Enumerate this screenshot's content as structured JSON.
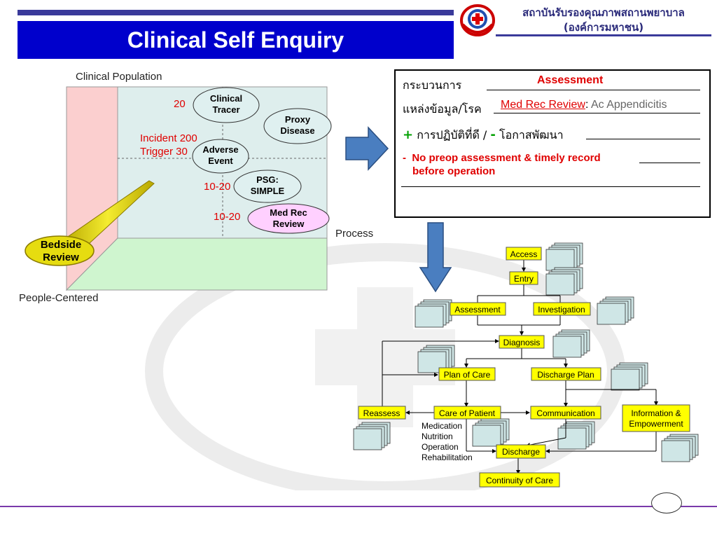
{
  "header": {
    "title": "Clinical Self Enquiry",
    "org_line1": "สถาบันรับรองคุณภาพสถานพยาบาล",
    "org_line2": "(องค์การมหาชน)"
  },
  "cube": {
    "clinical_population": "Clinical Population",
    "process": "Process",
    "people_centered": "People-Centered",
    "bedside_line1": "Bedside",
    "bedside_line2": "Review",
    "clinical_tracer_line1": "Clinical",
    "clinical_tracer_line2": "Tracer",
    "proxy_line1": "Proxy",
    "proxy_line2": "Disease",
    "adverse_line1": "Adverse",
    "adverse_line2": "Event",
    "psg_line1": "PSG:",
    "psg_line2": "SIMPLE",
    "medrec_line1": "Med Rec",
    "medrec_line2": "Review",
    "n20": "20",
    "incident": "Incident 200",
    "trigger": "Trigger 30",
    "n10_20a": "10-20",
    "n10_20b": "10-20"
  },
  "info": {
    "process_label": "กระบวนการ",
    "process_value": "Assessment",
    "source_label": "แหล่งข้อมูล/โรค",
    "source_link": "Med Rec Review",
    "source_colon": ":",
    "source_value": "Ac Appendicitis",
    "plus": "+",
    "good_practice": "การปฏิบัติที่ดี /",
    "minus": "-",
    "opportunity": "โอกาสพัฒนา",
    "finding_dash": "-",
    "finding_line1": "No preop assessment & timely record",
    "finding_line2": "before operation"
  },
  "flow": {
    "access": "Access",
    "entry": "Entry",
    "assessment": "Assessment",
    "investigation": "Investigation",
    "diagnosis": "Diagnosis",
    "plan_of_care": "Plan of Care",
    "discharge_plan": "Discharge Plan",
    "reassess": "Reassess",
    "care_of_patient": "Care of Patient",
    "communication": "Communication",
    "info_line1": "Information &",
    "info_line2": "Empowerment",
    "discharge": "Discharge",
    "continuity": "Continuity of Care",
    "care_items": [
      "Medication",
      "Nutrition",
      "Operation",
      "Rehabilitation"
    ]
  },
  "colors": {
    "title_blue": "#0000cc",
    "flow_yellow": "#ffff00",
    "red_text": "#e00000",
    "arrow_blue": "#4a7ec0",
    "oval_fill": "#dff0f0",
    "medrec_fill": "#ffd0ff"
  }
}
